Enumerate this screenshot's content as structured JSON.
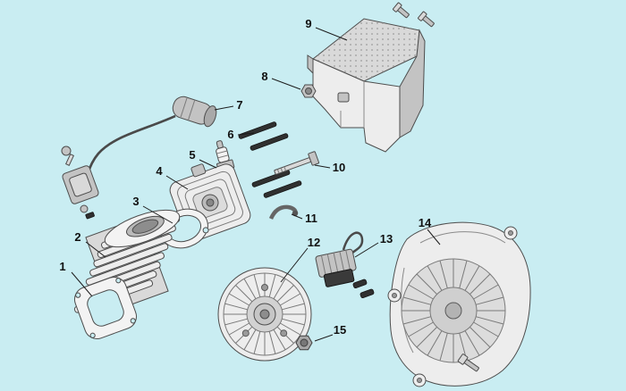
{
  "colors": {
    "background": "#c9edf2",
    "part_fill": "#ededed",
    "outline": "#4d4d4d",
    "callout_text": "#101010"
  },
  "callouts": [
    {
      "number": "1",
      "part": "base-gasket"
    },
    {
      "number": "2",
      "part": "cylinder"
    },
    {
      "number": "3",
      "part": "cylinder-gasket"
    },
    {
      "number": "4",
      "part": "cylinder-head"
    },
    {
      "number": "5",
      "part": "spark-plug"
    },
    {
      "number": "6",
      "part": "stud"
    },
    {
      "number": "7",
      "part": "spark-plug-cap-and-lead"
    },
    {
      "number": "8",
      "part": "spacer-nut"
    },
    {
      "number": "9",
      "part": "cylinder-cover"
    },
    {
      "number": "10",
      "part": "bolt"
    },
    {
      "number": "11",
      "part": "clip"
    },
    {
      "number": "12",
      "part": "flywheel"
    },
    {
      "number": "13",
      "part": "ignition-coil"
    },
    {
      "number": "14",
      "part": "fan-cover"
    },
    {
      "number": "15",
      "part": "flywheel-nut"
    }
  ]
}
